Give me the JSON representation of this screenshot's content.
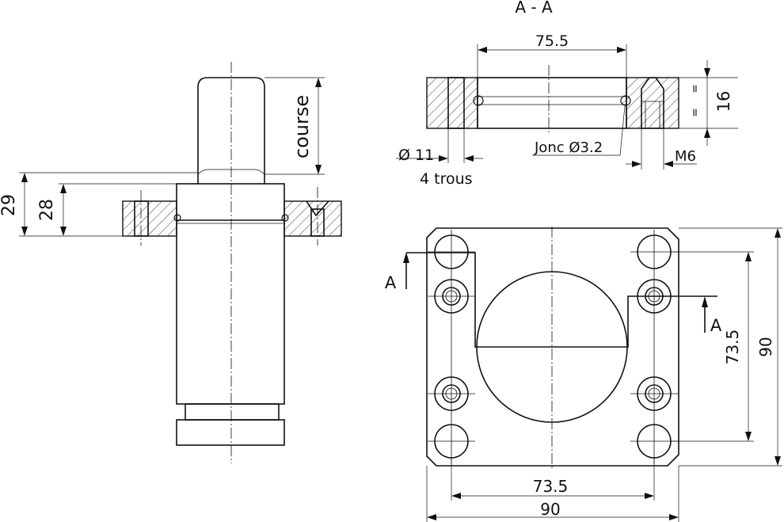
{
  "section_title": "A - A",
  "side_view": {
    "dim_stroke": "course",
    "dim_total_height": "29",
    "dim_flange_height": "28"
  },
  "section_view": {
    "dim_ring_span": "75.5",
    "dim_thickness": "16",
    "equal_mark_top": "=",
    "equal_mark_bottom": "=",
    "hole_diameter": "Ø 11",
    "hole_count": "4 trous",
    "snap_ring": "Jonc Ø3.2",
    "thread": "M6"
  },
  "plan_view": {
    "section_marker_left": "A",
    "section_marker_right": "A",
    "dim_hole_pitch_vertical": "73.5",
    "dim_overall_vertical": "90",
    "dim_hole_pitch_horizontal": "73.5",
    "dim_overall_horizontal": "90"
  }
}
